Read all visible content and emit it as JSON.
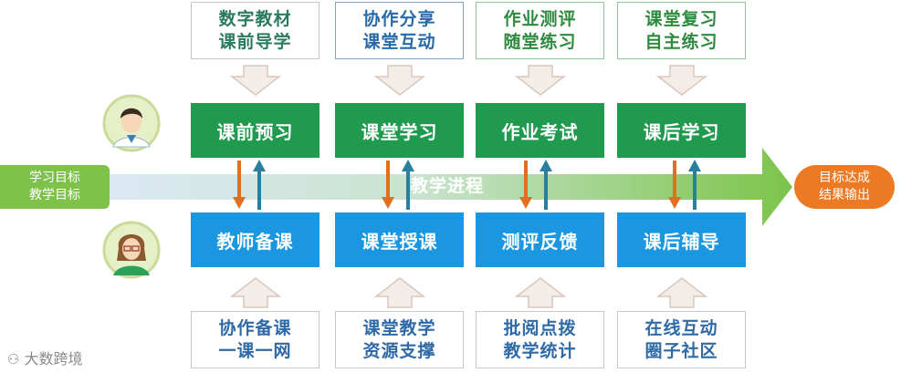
{
  "top_boxes": [
    {
      "line1": "数字教材",
      "line2": "课前导学"
    },
    {
      "line1": "协作分享",
      "line2": "课堂互动"
    },
    {
      "line1": "作业测评",
      "line2": "随堂练习"
    },
    {
      "line1": "课堂复习",
      "line2": "自主练习"
    }
  ],
  "student_steps": [
    "课前预习",
    "课堂学习",
    "作业考试",
    "课后学习"
  ],
  "teacher_steps": [
    "教师备课",
    "课堂授课",
    "测评反馈",
    "课后辅导"
  ],
  "bottom_boxes": [
    {
      "line1": "协作备课",
      "line2": "一课一网"
    },
    {
      "line1": "课堂教学",
      "line2": "资源支撑"
    },
    {
      "line1": "批阅点拨",
      "line2": "教学统计"
    },
    {
      "line1": "在线互动",
      "line2": "圈子社区"
    }
  ],
  "left_label": {
    "line1": "学习目标",
    "line2": "教学目标"
  },
  "right_label": {
    "line1": "目标达成",
    "line2": "结果输出"
  },
  "process_label": "教学进程",
  "watermark": "大数跨境",
  "colors": {
    "green": "#1f9a4f",
    "blue": "#1a97e0",
    "orange": "#ec7a25",
    "lightgreen": "#7fc24b",
    "arrow_orange": "#e07020",
    "arrow_teal": "#2a7f9e"
  }
}
